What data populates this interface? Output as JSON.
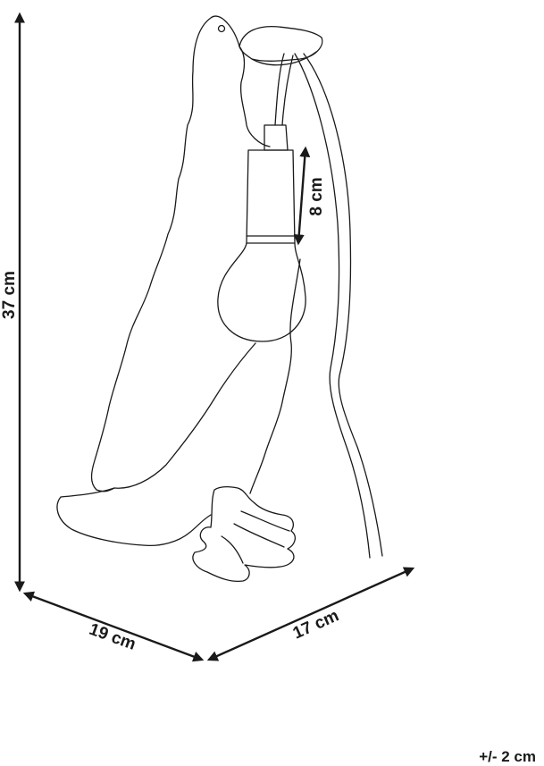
{
  "dimensions": {
    "height": "37 cm",
    "width": "19 cm",
    "depth": "17 cm",
    "socket": "8 cm"
  },
  "tolerance": "+/- 2 cm",
  "colors": {
    "line": "#1a1a1a",
    "background": "#ffffff"
  }
}
